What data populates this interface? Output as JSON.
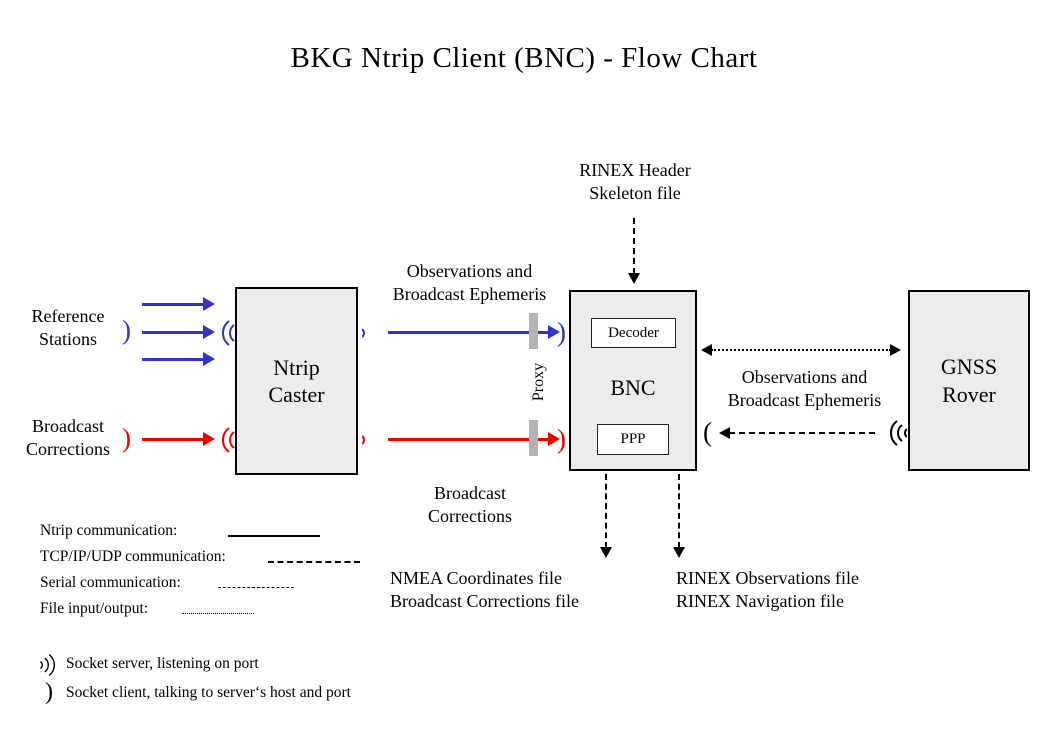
{
  "title": "BKG Ntrip Client (BNC)  -  Flow Chart",
  "nodes": {
    "ntrip_caster": "Ntrip\nCaster",
    "ntrip_caster_line1": "Ntrip",
    "ntrip_caster_line2": "Caster",
    "bnc": "BNC",
    "decoder": "Decoder",
    "ppp": "PPP",
    "gnss_rover_line1": "GNSS",
    "gnss_rover_line2": "Rover"
  },
  "labels": {
    "reference_stations_line1": "Reference",
    "reference_stations_line2": "Stations",
    "broadcast_corrections_line1": "Broadcast",
    "broadcast_corrections_line2": "Corrections",
    "observations_ephemeris_left_line1": "Observations and",
    "observations_ephemeris_left_line2": "Broadcast Ephemeris",
    "broadcast_corrections_mid_line1": "Broadcast",
    "broadcast_corrections_mid_line2": "Corrections",
    "rinex_skeleton_line1": "RINEX Header",
    "rinex_skeleton_line2": "Skeleton file",
    "observations_ephemeris_right_line1": "Observations and",
    "observations_ephemeris_right_line2": "Broadcast Ephemeris",
    "nmea_output_line1": "NMEA Coordinates file",
    "nmea_output_line2": "Broadcast Corrections file",
    "rinex_output_line1": "RINEX Observations file",
    "rinex_output_line2": "RINEX Navigation file",
    "proxy": "Proxy"
  },
  "legend": {
    "items": [
      {
        "label": "Ntrip communication:",
        "style": "solid"
      },
      {
        "label": "TCP/IP/UDP communication:",
        "style": "dashed-long"
      },
      {
        "label": "Serial communication:",
        "style": "dashed-medium"
      },
      {
        "label": "File input/output:",
        "style": "dotted-fine"
      }
    ],
    "sockets": [
      {
        "icon": "socket-server-icon",
        "glyph": "))))",
        "label": "Socket server, listening on port"
      },
      {
        "icon": "socket-client-icon",
        "glyph": ")",
        "label": "Socket client, talking to server‘s host and port"
      }
    ]
  },
  "colors": {
    "ntrip_blue": "#3333cc",
    "broadcast_red": "#ee0000",
    "node_fill": "#ececec",
    "node_border": "#000000",
    "proxy_bar": "#b3b3b3",
    "background": "#ffffff"
  }
}
